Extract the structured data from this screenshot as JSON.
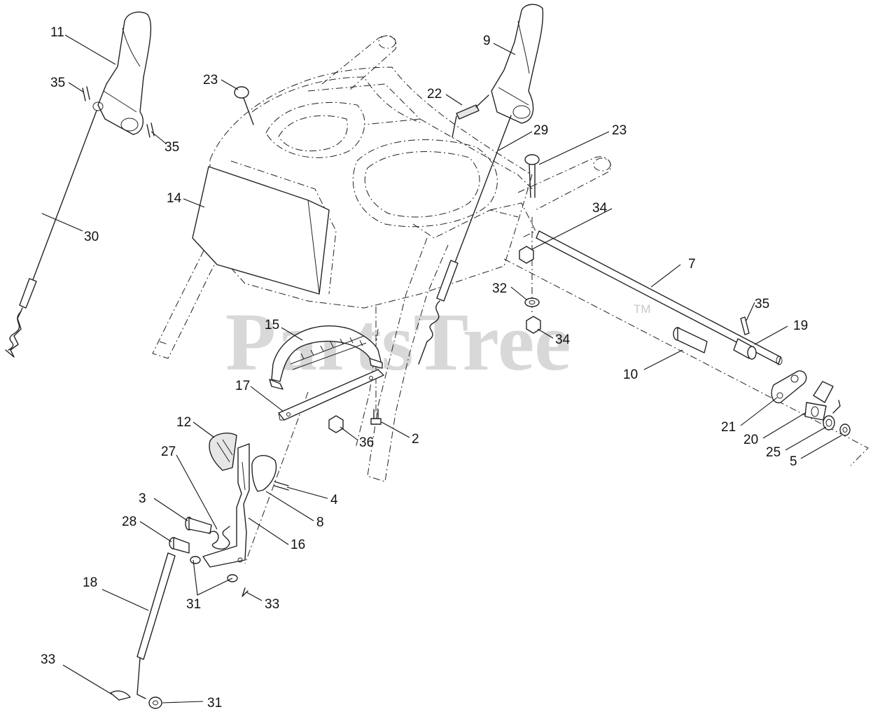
{
  "watermark": {
    "text": "PartsTree",
    "mark": "TM"
  },
  "callouts": [
    {
      "id": "c11a",
      "label": "11"
    },
    {
      "id": "c35a",
      "label": "35"
    },
    {
      "id": "c35b",
      "label": "35"
    },
    {
      "id": "c30",
      "label": "30"
    },
    {
      "id": "c14",
      "label": "14"
    },
    {
      "id": "c23a",
      "label": "23"
    },
    {
      "id": "c22",
      "label": "22"
    },
    {
      "id": "c9",
      "label": "9"
    },
    {
      "id": "c29",
      "label": "29"
    },
    {
      "id": "c23b",
      "label": "23"
    },
    {
      "id": "c34a",
      "label": "34"
    },
    {
      "id": "c7",
      "label": "7"
    },
    {
      "id": "c32",
      "label": "32"
    },
    {
      "id": "c34b",
      "label": "34"
    },
    {
      "id": "c35c",
      "label": "35"
    },
    {
      "id": "c19",
      "label": "19"
    },
    {
      "id": "c10",
      "label": "10"
    },
    {
      "id": "c21",
      "label": "21"
    },
    {
      "id": "c20",
      "label": "20"
    },
    {
      "id": "c25",
      "label": "25"
    },
    {
      "id": "c5",
      "label": "5"
    },
    {
      "id": "c15",
      "label": "15"
    },
    {
      "id": "c17",
      "label": "17"
    },
    {
      "id": "c36",
      "label": "36"
    },
    {
      "id": "c2",
      "label": "2"
    },
    {
      "id": "c12",
      "label": "12"
    },
    {
      "id": "c27",
      "label": "27"
    },
    {
      "id": "c4",
      "label": "4"
    },
    {
      "id": "c3",
      "label": "3"
    },
    {
      "id": "c8",
      "label": "8"
    },
    {
      "id": "c28",
      "label": "28"
    },
    {
      "id": "c16",
      "label": "16"
    },
    {
      "id": "c18",
      "label": "18"
    },
    {
      "id": "c31a",
      "label": "31"
    },
    {
      "id": "c33a",
      "label": "33"
    },
    {
      "id": "c33b",
      "label": "33"
    },
    {
      "id": "c31b",
      "label": "31"
    }
  ]
}
